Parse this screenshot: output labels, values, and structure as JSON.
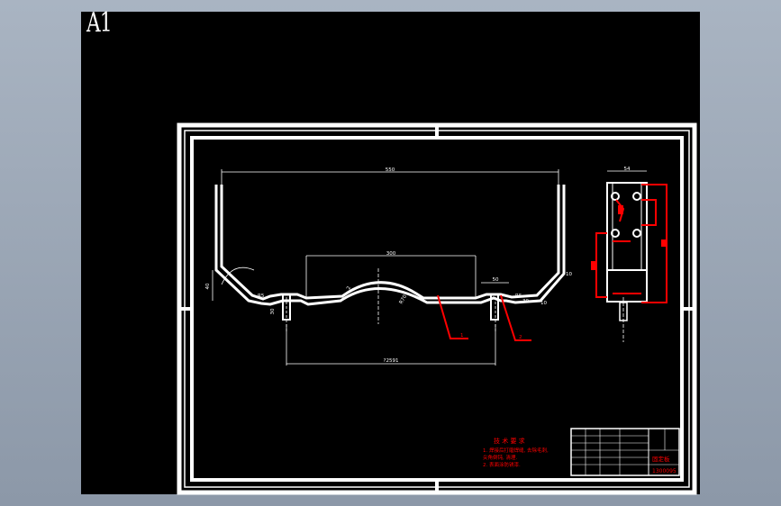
{
  "sheet": {
    "label": "A1"
  },
  "colors": {
    "background": "#9aa6b5",
    "canvas": "#000000",
    "frame": "#ffffff",
    "dimension": "#ff0000"
  },
  "front_view": {
    "dims": {
      "overall_width": "550",
      "inner_width": "300",
      "hole_spacing": "?2591",
      "slot_width": "50",
      "left_height": "40",
      "left_slot": "30",
      "left_fillet": "R5",
      "right_fillet": "R5",
      "center_radius": "R70",
      "center_angle": "2",
      "right_angle": "30",
      "right_edge": "10",
      "right_top": "10"
    },
    "leaders": {
      "part1": "1",
      "part2": "2"
    }
  },
  "side_view": {
    "dims": {
      "top_width": "54"
    }
  },
  "tech_requirements": {
    "title": "技 术 要 求",
    "lines": [
      "1. 焊接后打磨焊缝, 去除毛刺,",
      "   尖角倒钝, 清理.",
      "2. 表面涂防锈漆."
    ]
  },
  "title_block": {
    "part_name": "固定板",
    "drawing_no": "1300095"
  }
}
